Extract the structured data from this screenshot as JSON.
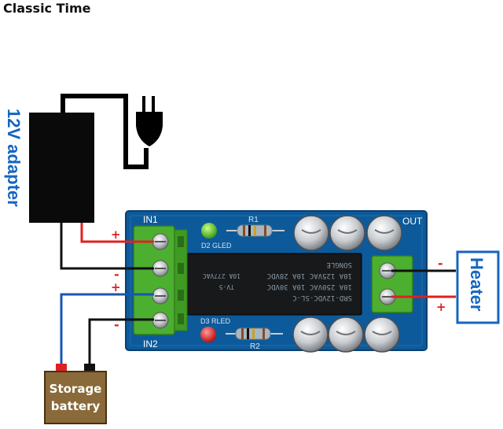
{
  "title": "Classic Time",
  "adapter": {
    "label": "12V adapter"
  },
  "heater": {
    "label": "Heater"
  },
  "battery": {
    "line1": "Storage",
    "line2": "battery"
  },
  "board": {
    "in1": "IN1",
    "in2": "IN2",
    "out": "OUT",
    "r1": "R1",
    "r2": "R2",
    "d2": "D2 GLED",
    "d3": "D3 RLED",
    "relay_lines": [
      "SRD-12VDC-SL-C",
      "10A 250VAC  10A 30VDC",
      "10A 125VAC  10A 28VDC",
      "SONGLE"
    ],
    "relay_sub": [
      "TV-5",
      "10A 277VAC"
    ]
  },
  "signs": {
    "plus": "+",
    "minus": "-"
  },
  "colors": {
    "board": "#0d5a9a",
    "terminal": "#4caf2f",
    "wire_red": "#e02020",
    "wire_black": "#111111",
    "wire_blue": "#1a56b0",
    "battery": "#8a6a3a"
  }
}
